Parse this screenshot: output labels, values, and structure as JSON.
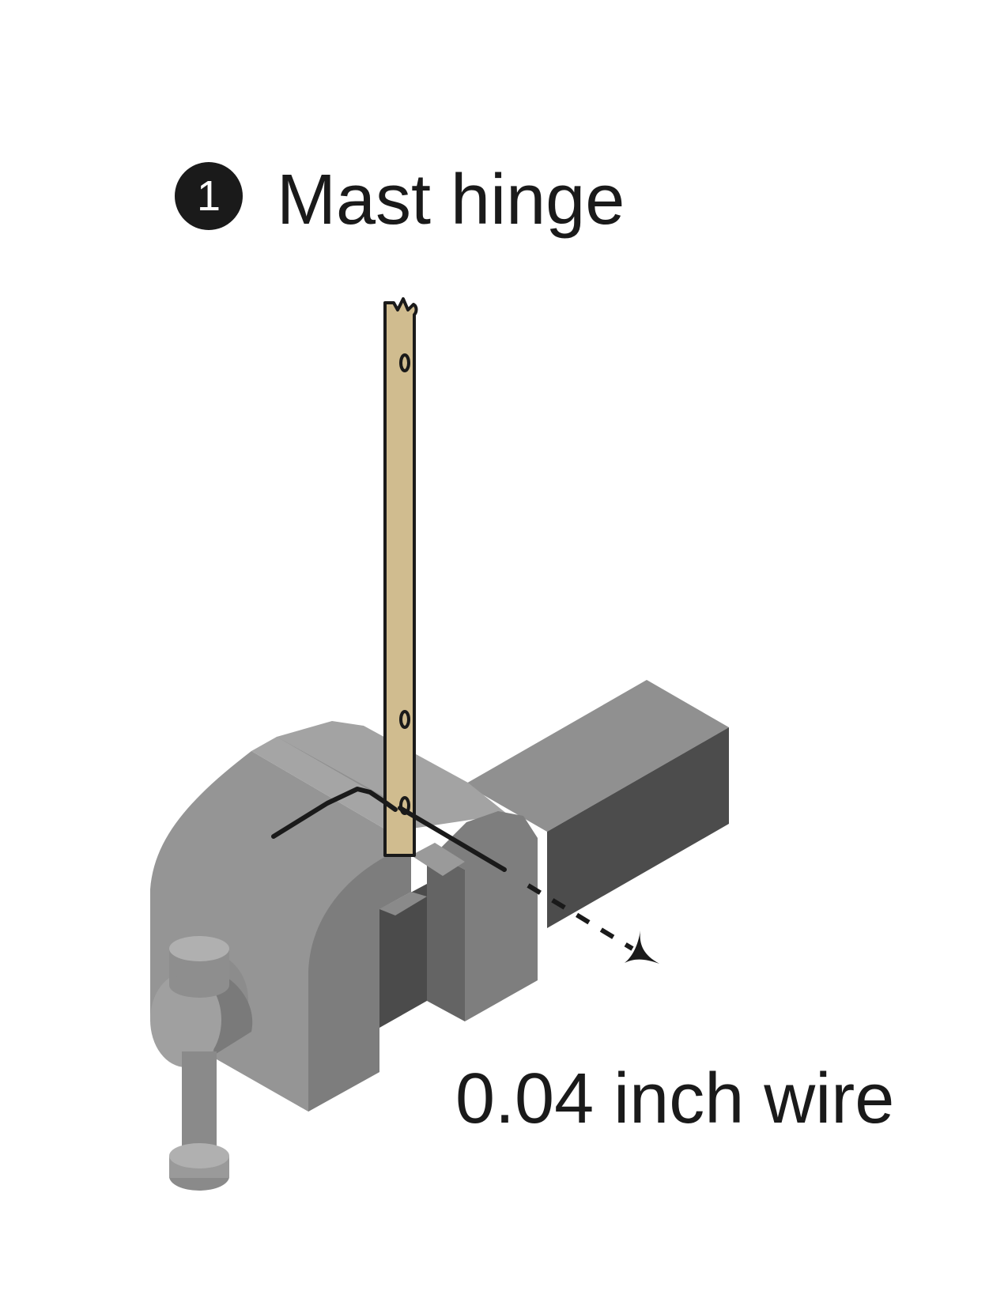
{
  "step": {
    "number": "1",
    "title": "Mast hinge"
  },
  "annotation": {
    "wire_label": "0.04 inch wire"
  },
  "colors": {
    "text": "#1a1a1a",
    "mast_wood": "#d0bc8f",
    "vise_light": "#9a9a9a",
    "vise_mid": "#7f7f7f",
    "vise_dark": "#4b4b4b"
  }
}
